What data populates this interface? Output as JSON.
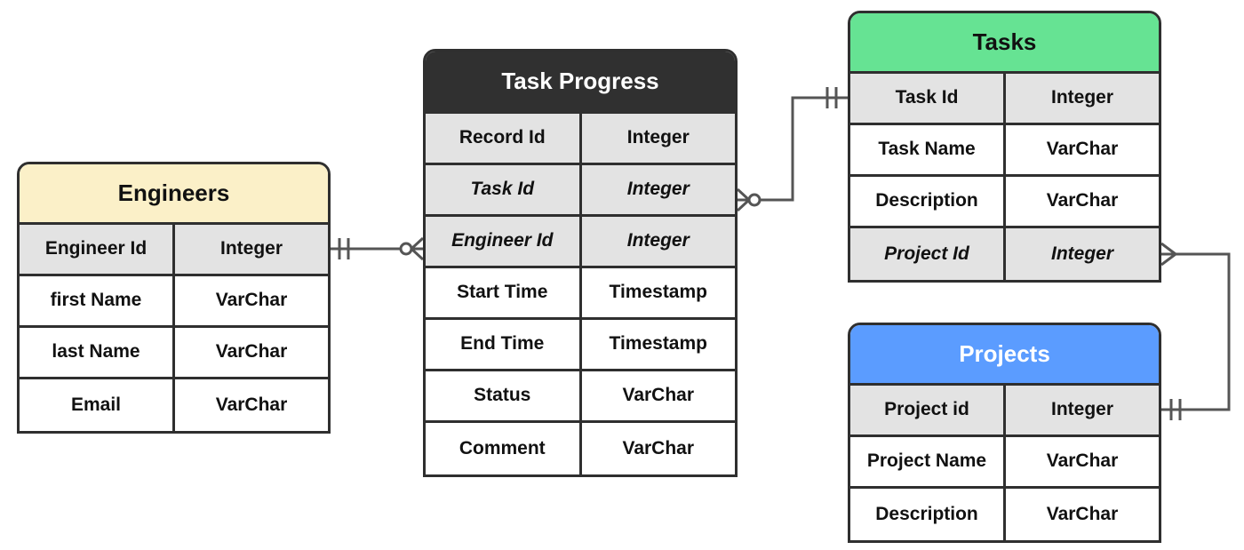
{
  "entities": {
    "engineers": {
      "title": "Engineers",
      "header_color": "#fbf0c8",
      "rows": [
        {
          "name": "Engineer Id",
          "type": "Integer",
          "key": "primary"
        },
        {
          "name": "first Name",
          "type": "VarChar"
        },
        {
          "name": "last Name",
          "type": "VarChar"
        },
        {
          "name": "Email",
          "type": "VarChar"
        }
      ]
    },
    "task_progress": {
      "title": "Task Progress",
      "header_color": "#303030",
      "rows": [
        {
          "name": "Record Id",
          "type": "Integer",
          "key": "primary"
        },
        {
          "name": "Task Id",
          "type": "Integer",
          "key": "foreign"
        },
        {
          "name": "Engineer Id",
          "type": "Integer",
          "key": "foreign"
        },
        {
          "name": "Start Time",
          "type": "Timestamp"
        },
        {
          "name": "End Time",
          "type": "Timestamp"
        },
        {
          "name": "Status",
          "type": "VarChar"
        },
        {
          "name": "Comment",
          "type": "VarChar"
        }
      ]
    },
    "tasks": {
      "title": "Tasks",
      "header_color": "#66e393",
      "rows": [
        {
          "name": "Task Id",
          "type": "Integer",
          "key": "primary"
        },
        {
          "name": "Task Name",
          "type": "VarChar"
        },
        {
          "name": "Description",
          "type": "VarChar"
        },
        {
          "name": "Project Id",
          "type": "Integer",
          "key": "foreign"
        }
      ]
    },
    "projects": {
      "title": "Projects",
      "header_color": "#5b9cff",
      "rows": [
        {
          "name": "Project id",
          "type": "Integer",
          "key": "primary"
        },
        {
          "name": "Project Name",
          "type": "VarChar"
        },
        {
          "name": "Description",
          "type": "VarChar"
        }
      ]
    }
  },
  "relationships": [
    {
      "from": "engineers.Engineer Id",
      "from_card": "one",
      "to": "task_progress.Engineer Id",
      "to_card": "zero-or-many"
    },
    {
      "from": "tasks.Task Id",
      "from_card": "one",
      "to": "task_progress.Task Id",
      "to_card": "zero-or-many"
    },
    {
      "from": "projects.Project id",
      "from_card": "one",
      "to": "tasks.Project Id",
      "to_card": "many"
    }
  ]
}
